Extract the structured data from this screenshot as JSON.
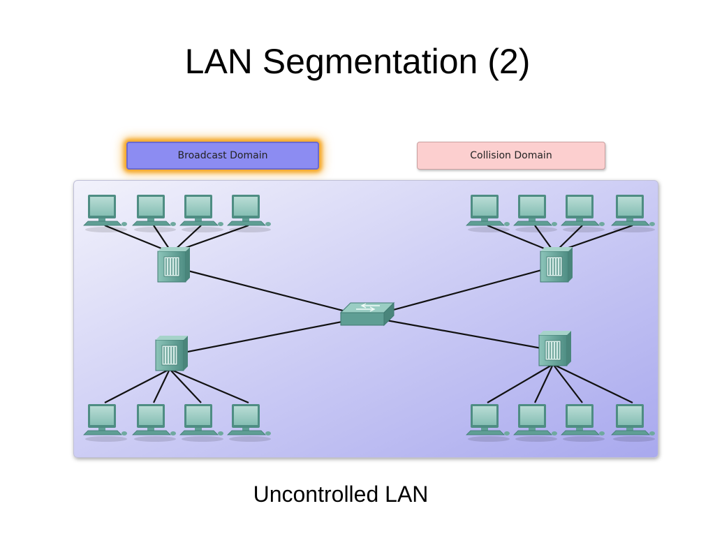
{
  "slide": {
    "title": "LAN Segmentation (2)",
    "caption": "Uncontrolled LAN"
  },
  "buttons": {
    "broadcast_label": "Broadcast Domain",
    "collision_label": "Collision Domain"
  },
  "colors": {
    "broadcast_button": "#8c8cf2",
    "broadcast_glow": "#f5a623",
    "collision_button": "#fccfcf",
    "device_teal": "#5f9e94",
    "link": "#111111"
  },
  "diagram": {
    "center_device": "switch",
    "hub_groups": [
      {
        "name": "top-left",
        "computers": 4
      },
      {
        "name": "top-right",
        "computers": 4
      },
      {
        "name": "bottom-left",
        "computers": 4
      },
      {
        "name": "bottom-right",
        "computers": 4
      }
    ]
  }
}
